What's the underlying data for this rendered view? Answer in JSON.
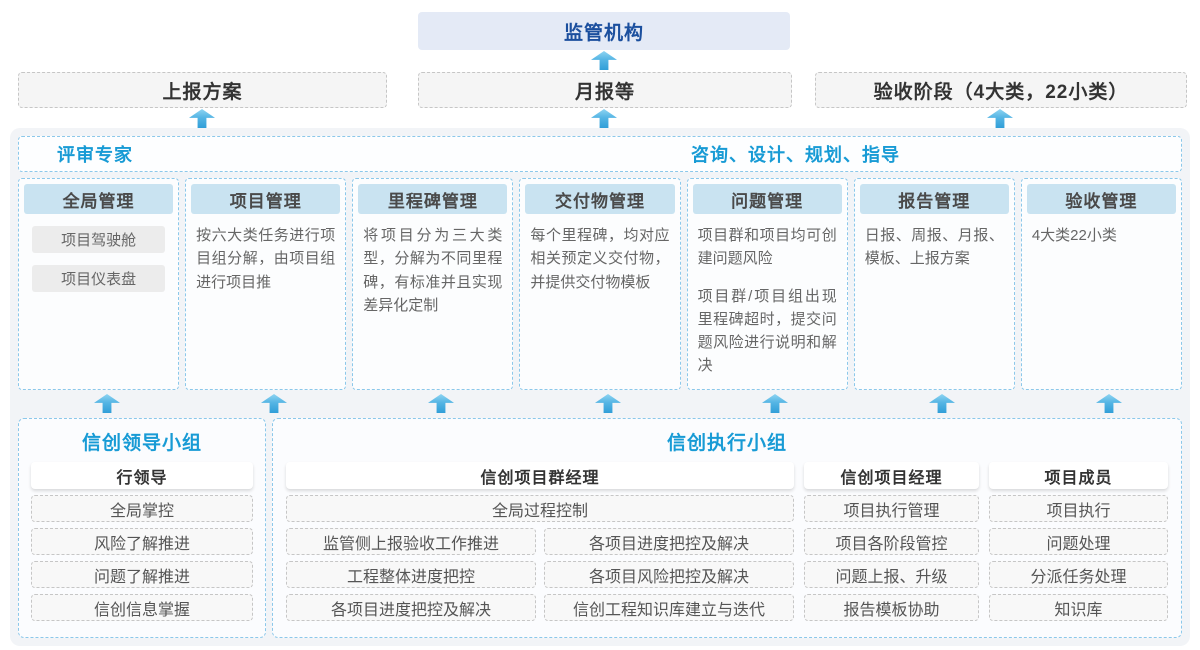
{
  "colors": {
    "accent_blue": "#189bd5",
    "navy_text": "#1b4f9e",
    "regulator_bg": "#e4eaf6",
    "arrow_blue": "#55b5e4",
    "column_header_bg": "#c9e3f1",
    "dashed_blue_border": "#8cc8ea",
    "container_bg": "#f2f4f7"
  },
  "top": {
    "regulator_label": "监管机构",
    "report_boxes": [
      {
        "label": "上报方案"
      },
      {
        "label": "月报等"
      },
      {
        "label": "验收阶段（4大类，22小类）"
      }
    ]
  },
  "platform": {
    "left_title": "评审专家",
    "right_title": "咨询、设计、规划、指导",
    "columns": [
      {
        "title": "全局管理",
        "pills": [
          "项目驾驶舱",
          "项目仪表盘"
        ]
      },
      {
        "title": "项目管理",
        "paragraphs": [
          "按六大类任务进行项目组分解，由项目组进行项目推"
        ]
      },
      {
        "title": "里程碑管理",
        "paragraphs": [
          "将项目分为三大类型，分解为不同里程碑，有标准并且实现差异化定制"
        ]
      },
      {
        "title": "交付物管理",
        "paragraphs": [
          "每个里程碑，均对应相关预定义交付物，并提供交付物模板"
        ]
      },
      {
        "title": "问题管理",
        "paragraphs": [
          "项目群和项目均可创建问题风险",
          "项目群/项目组出现里程碑超时，提交问题风险进行说明和解决"
        ]
      },
      {
        "title": "报告管理",
        "paragraphs": [
          "日报、周报、月报、模板、上报方案"
        ]
      },
      {
        "title": "验收管理",
        "paragraphs": [
          "4大类22小类"
        ]
      }
    ]
  },
  "bottom": {
    "leader_group": {
      "title": "信创领导小组",
      "role": "行领导",
      "items": [
        "全局掌控",
        "风险了解推进",
        "问题了解推进",
        "信创信息掌握"
      ]
    },
    "exec_group": {
      "title": "信创执行小组",
      "program_manager": {
        "role": "信创项目群经理",
        "full_width_item": "全局过程控制",
        "left_items": [
          "监管侧上报验收工作推进",
          "工程整体进度把控",
          "各项目进度把控及解决"
        ],
        "right_items": [
          "各项目进度把控及解决",
          "各项目风险把控及解决",
          "信创工程知识库建立与迭代"
        ]
      },
      "project_manager": {
        "role": "信创项目经理",
        "items": [
          "项目执行管理",
          "项目各阶段管控",
          "问题上报、升级",
          "报告模板协助"
        ]
      },
      "member": {
        "role": "项目成员",
        "items": [
          "项目执行",
          "问题处理",
          "分派任务处理",
          "知识库"
        ]
      }
    }
  }
}
